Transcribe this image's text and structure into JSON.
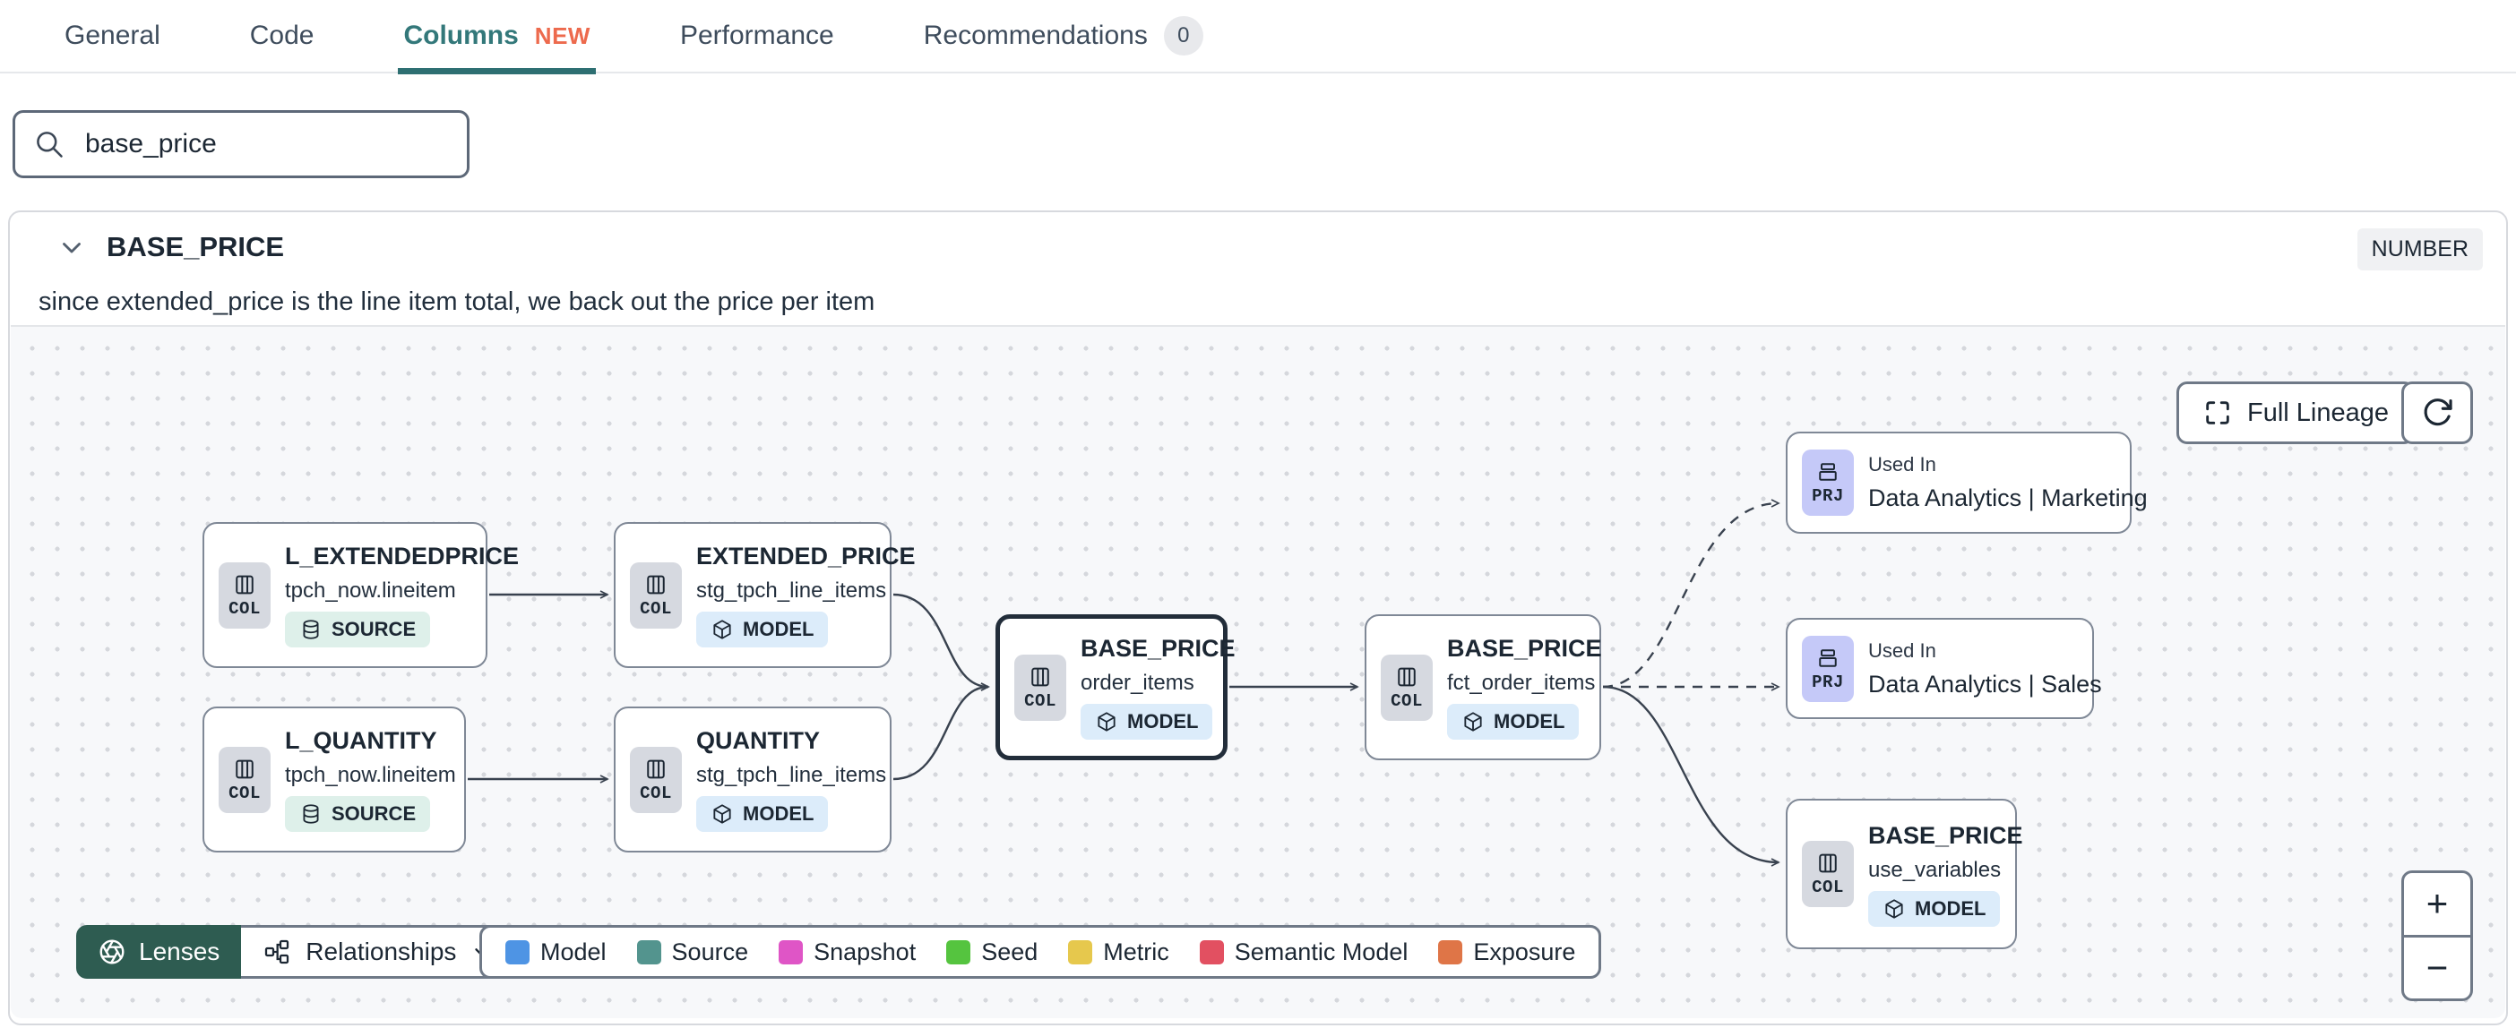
{
  "tabs": {
    "items": [
      {
        "label": "General"
      },
      {
        "label": "Code"
      },
      {
        "label": "Columns",
        "badge": "NEW",
        "active": true
      },
      {
        "label": "Performance"
      },
      {
        "label": "Recommendations",
        "count": "0"
      }
    ]
  },
  "search": {
    "value": "base_price"
  },
  "column": {
    "name": "BASE_PRICE",
    "type": "NUMBER",
    "description": "since extended_price is the line item total, we back out the price per item"
  },
  "lineage": {
    "full_lineage_label": "Full Lineage",
    "lenses_label": "Lenses",
    "relationships_label": "Relationships",
    "zoom_in": "+",
    "zoom_out": "−",
    "nodes": [
      {
        "title": "L_EXTENDEDPRICE",
        "subtitle": "tpch_now.lineitem",
        "chip": "COL",
        "badge": "SOURCE"
      },
      {
        "title": "L_QUANTITY",
        "subtitle": "tpch_now.lineitem",
        "chip": "COL",
        "badge": "SOURCE"
      },
      {
        "title": "EXTENDED_PRICE",
        "subtitle": "stg_tpch_line_items",
        "chip": "COL",
        "badge": "MODEL"
      },
      {
        "title": "QUANTITY",
        "subtitle": "stg_tpch_line_items",
        "chip": "COL",
        "badge": "MODEL"
      },
      {
        "title": "BASE_PRICE",
        "subtitle": "order_items",
        "chip": "COL",
        "badge": "MODEL",
        "selected": true
      },
      {
        "title": "BASE_PRICE",
        "subtitle": "fct_order_items",
        "chip": "COL",
        "badge": "MODEL"
      },
      {
        "kind": "used-in",
        "label": "Used In",
        "title": "Data Analytics | Marketing",
        "chip": "PRJ"
      },
      {
        "kind": "used-in",
        "label": "Used In",
        "title": "Data Analytics | Sales",
        "chip": "PRJ"
      },
      {
        "title": "BASE_PRICE",
        "subtitle": "use_variables",
        "chip": "COL",
        "badge": "MODEL"
      }
    ],
    "legend": [
      {
        "label": "Model",
        "color": "#4e94e4"
      },
      {
        "label": "Source",
        "color": "#53948e"
      },
      {
        "label": "Snapshot",
        "color": "#df55c6"
      },
      {
        "label": "Seed",
        "color": "#55c43f"
      },
      {
        "label": "Metric",
        "color": "#e6c84d"
      },
      {
        "label": "Semantic Model",
        "color": "#e25061"
      },
      {
        "label": "Exposure",
        "color": "#df7547"
      }
    ]
  },
  "theme": {
    "accent": "#33787a",
    "new_badge": "#ed6a4d",
    "lenses_bg": "#2e5c51",
    "source_badge_bg": "#def0ea",
    "model_badge_bg": "#dcecfa",
    "prj_chip_bg": "#c5c9f8"
  }
}
